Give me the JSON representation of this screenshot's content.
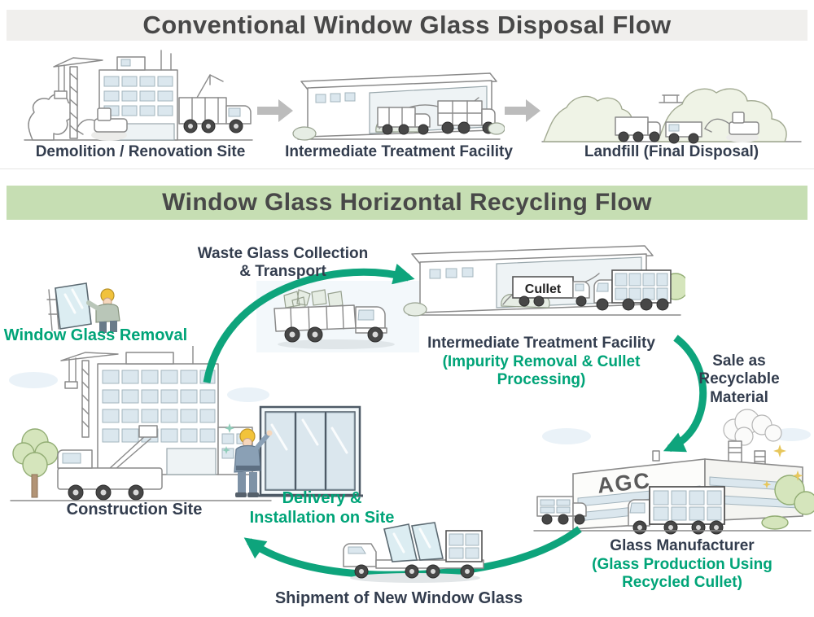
{
  "colors": {
    "accent_green": "#00A478",
    "navy_text": "#333D4E",
    "title_text": "#484848",
    "gray_title_bar": "#F0EFED",
    "green_title_bar": "#C6DEB3",
    "gray_arrow": "#BCBCBC"
  },
  "top_flow": {
    "title": "Conventional Window Glass Disposal Flow",
    "steps": [
      {
        "label": "Demolition / Renovation Site"
      },
      {
        "label": "Intermediate Treatment Facility"
      },
      {
        "label": "Landfill (Final Disposal)"
      }
    ]
  },
  "recycle_flow": {
    "title": "Window Glass Horizontal Recycling Flow",
    "waste_collection_label": "Waste Glass Collection\n& Transport",
    "window_removal_label": "Window Glass Removal",
    "cullet_label": "Cullet",
    "treatment_facility_label": "Intermediate Treatment Facility",
    "treatment_facility_sublabel": "(Impurity Removal & Cullet\nProcessing)",
    "sale_label": "Sale as\nRecyclable\nMaterial",
    "agc_logo": "AGC",
    "manufacturer_label": "Glass Manufacturer",
    "manufacturer_sublabel": "(Glass Production Using\nRecycled Cullet)",
    "construction_site_label": "Construction Site",
    "delivery_label": "Delivery &\nInstallation on Site",
    "shipment_label": "Shipment of New Window Glass"
  }
}
